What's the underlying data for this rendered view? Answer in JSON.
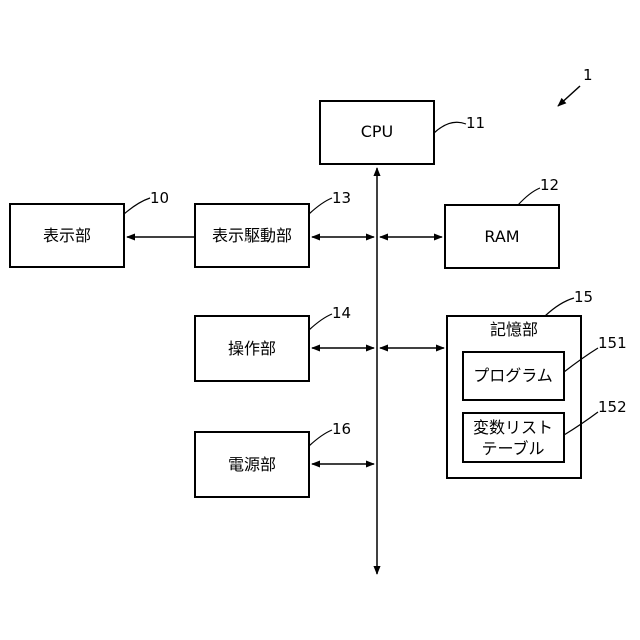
{
  "figure": {
    "ref": "1"
  },
  "blocks": {
    "cpu": {
      "label": "CPU",
      "ref": "11"
    },
    "ram": {
      "label": "RAM",
      "ref": "12"
    },
    "display": {
      "label": "表示部",
      "ref": "10"
    },
    "display_driver": {
      "label": "表示駆動部",
      "ref": "13"
    },
    "operation": {
      "label": "操作部",
      "ref": "14"
    },
    "power": {
      "label": "電源部",
      "ref": "16"
    },
    "storage": {
      "label": "記憶部",
      "ref": "15"
    },
    "program": {
      "label": "プログラム",
      "ref": "151"
    },
    "variable_table": {
      "label_line1": "変数リスト",
      "label_line2": "テーブル",
      "ref": "152"
    }
  },
  "colors": {
    "stroke": "#000000",
    "background": "#ffffff"
  }
}
